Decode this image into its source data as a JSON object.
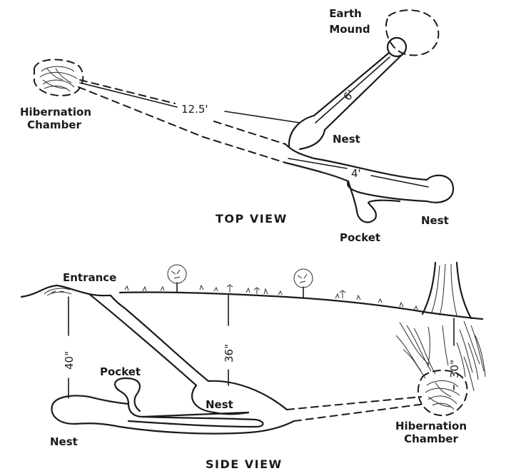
{
  "top_view": {
    "title": "TOP VIEW",
    "labels": {
      "earth_mound_line1": "Earth",
      "earth_mound_line2": "Mound",
      "hibernation_line1": "Hibernation",
      "hibernation_line2": "Chamber",
      "nest_upper": "Nest",
      "nest_right": "Nest",
      "pocket": "Pocket"
    },
    "dimensions": {
      "tunnel_to_chamber": "12.5'",
      "tunnel_to_mound": "6'",
      "tunnel_to_nest": "4'"
    }
  },
  "side_view": {
    "title": "SIDE VIEW",
    "labels": {
      "entrance": "Entrance",
      "pocket": "Pocket",
      "nest_left": "Nest",
      "nest_middle": "Nest",
      "hibernation_line1": "Hibernation",
      "hibernation_line2": "Chamber"
    },
    "depths": {
      "entrance_nest": "40\"",
      "middle_nest": "36\"",
      "hibernation": "30\""
    }
  }
}
